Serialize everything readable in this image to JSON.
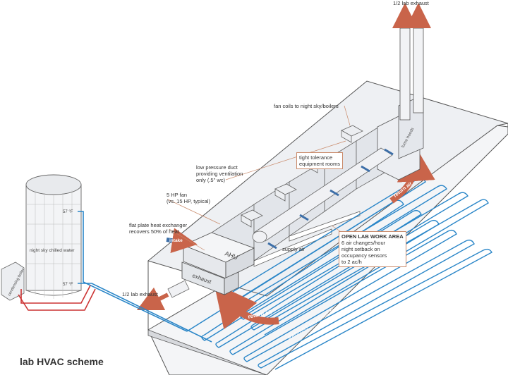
{
  "title": "lab HVAC scheme",
  "labels": {
    "top_exhaust": "1/2 lab exhaust",
    "fan_coils": "fan coils to night sky/boilers",
    "duct_line1": "low pressure duct",
    "duct_line2": "providing ventilation",
    "duct_line3": "only (.5\" wc)",
    "equip_line1": "tight tolerance",
    "equip_line2": "equipment rooms",
    "fan_line1": "5 HP fan",
    "fan_line2": "(vs. 15 HP, typical)",
    "hx_line1": "flat plate heat exchanger",
    "hx_line2": "recovers 50% of heat",
    "intake": "intake",
    "ahu": "AHU",
    "exhaust": "exhaust",
    "supply_air": "supply air",
    "low_exhaust": "1/2 lab exhaust",
    "open_lab_title": "OPEN LAB WORK AREA",
    "open_lab_line1": "6 air changes/hour",
    "open_lab_line2": "night setback on",
    "open_lab_line3": "occupancy sensors",
    "open_lab_line4": "to 2 ac/h",
    "return_air": "return air",
    "return_air_2": "return air",
    "tank": "night sky chilled water",
    "temp_top": "57 °F",
    "temp_bottom": "57 °F",
    "condensing_boiler": "condensing boiler",
    "radiant": "RADIANT HEATING AND COOLING",
    "fume_hoods": "fume hoods"
  },
  "colors": {
    "pipe_blue": "#2a86c8",
    "pipe_red": "#cc3333",
    "arrow_red": "#c9644a",
    "duct_blue": "#3d6fa8",
    "wall": "#e8eaee",
    "outline": "#555555"
  }
}
